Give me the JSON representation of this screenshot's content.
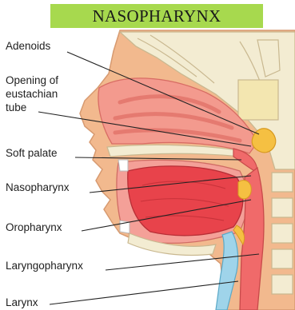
{
  "title": "NASOPHARYNX",
  "labels": {
    "adenoids": "Adenoids",
    "eustachian_line1": "Opening of",
    "eustachian_line2": "eustachian",
    "eustachian_line3": "tube",
    "soft_palate": "Soft palate",
    "nasopharynx": "Nasopharynx",
    "oropharynx": "Oropharynx",
    "laryngopharynx": "Laryngopharynx",
    "larynx": "Larynx"
  },
  "colors": {
    "banner": "#a7d94e",
    "skin": "#f2b98e",
    "bone": "#f3ecd2",
    "mucosa": "#f06a6a",
    "tongue": "#e8434b",
    "airway": "#9fd4ea",
    "adenoid": "#f5c042"
  }
}
